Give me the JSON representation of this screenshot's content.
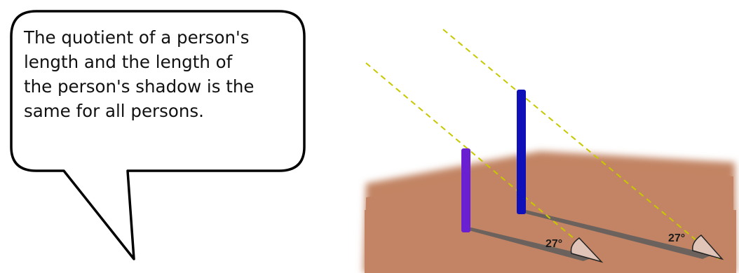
{
  "speech_bubble": {
    "lines": [
      "The quotient of a person's",
      "length and the length of",
      "the person's shadow is the",
      "same for all persons."
    ]
  },
  "scene": {
    "angles": [
      {
        "label": "27°"
      },
      {
        "label": "27°"
      }
    ],
    "colors": {
      "ground": "#c28464",
      "short_person": "#6a1fd0",
      "tall_person": "#1010b8",
      "shadow": "#5c5c5c",
      "sun_ray": "#c8c800",
      "angle_wedge": "#e0c4b8"
    }
  }
}
